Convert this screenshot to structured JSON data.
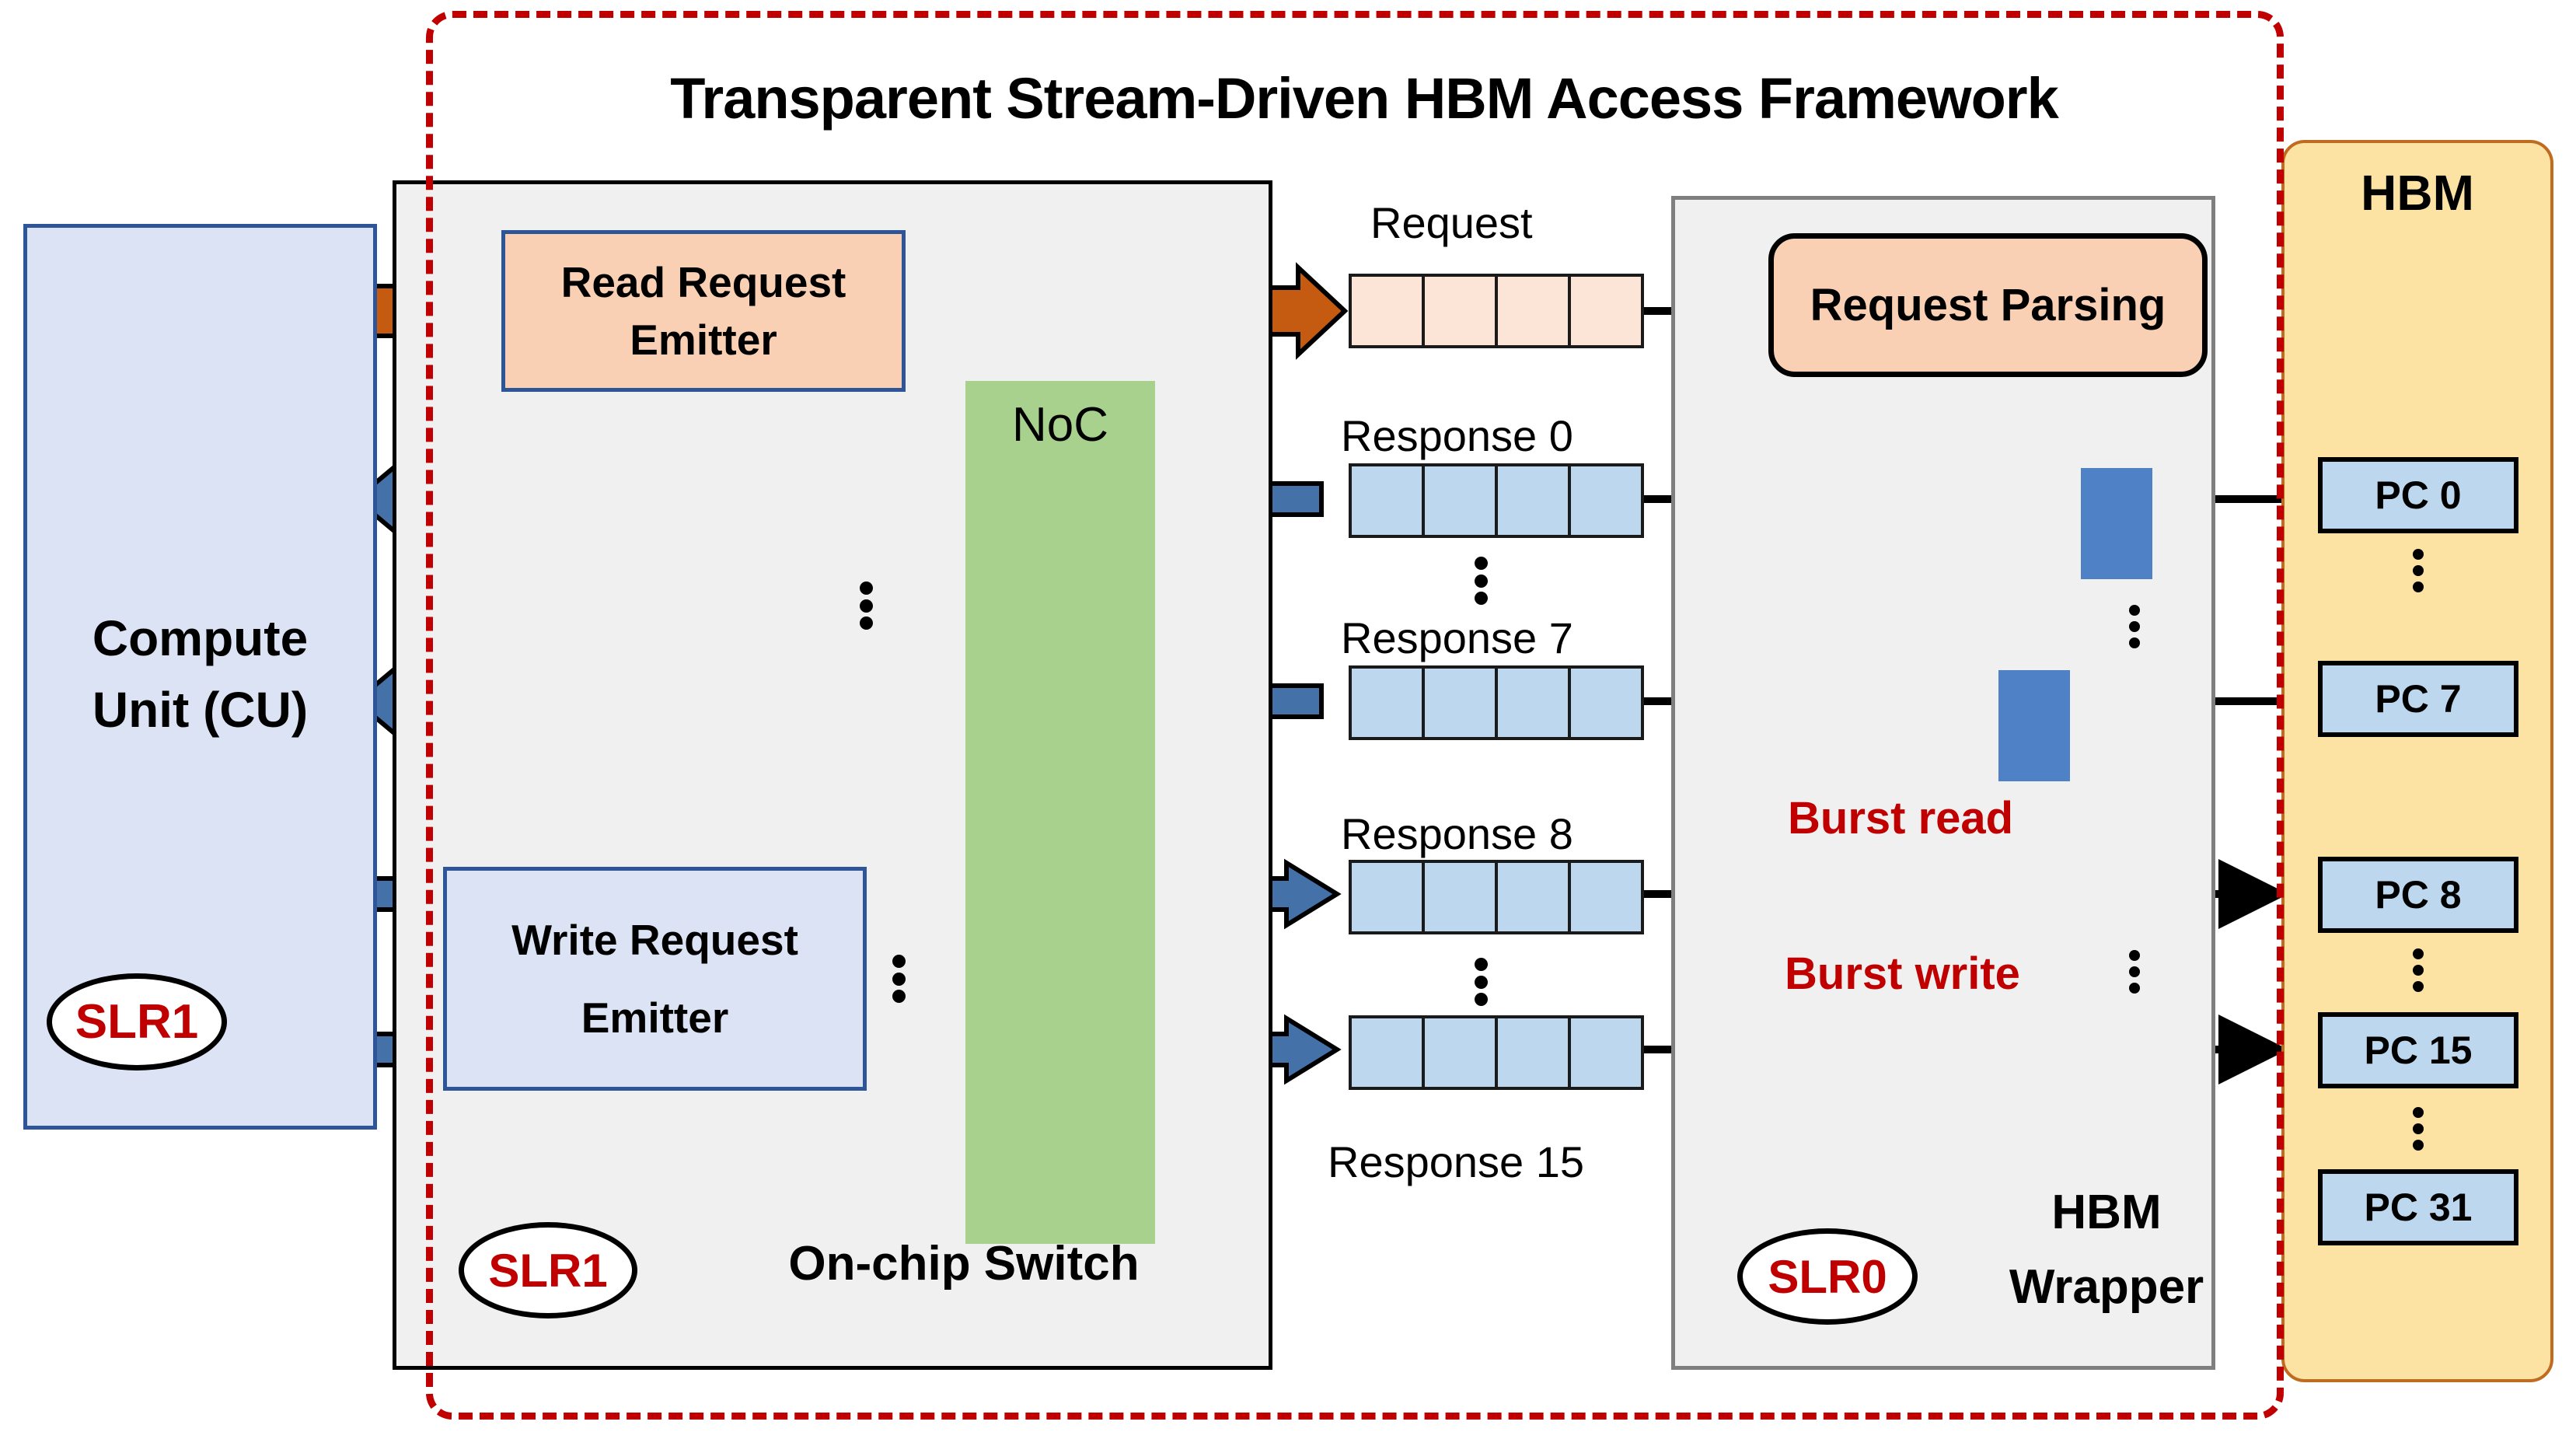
{
  "framework": {
    "title": "Transparent Stream-Driven HBM Access Framework",
    "border_color": "#C00000"
  },
  "compute_unit": {
    "label": "Compute\nUnit (CU)",
    "label_line1": "Compute",
    "label_line2": "Unit (CU)",
    "slr_badge": "SLR1",
    "fill": "#DCE3F5",
    "border": "#2E5597"
  },
  "on_chip_switch": {
    "label": "On-chip Switch",
    "slr_badge": "SLR1",
    "fill": "#F0F0F0",
    "read_emitter": {
      "line1": "Read Request",
      "line2": "Emitter",
      "fill": "#FAD0B4",
      "border": "#2E5597"
    },
    "write_emitter": {
      "line1": "Write Request",
      "line2": "Emitter",
      "fill": "#DCE3F5",
      "border": "#2E5597"
    },
    "noc": {
      "label": "NoC",
      "fill": "#A9D18E"
    }
  },
  "queues": {
    "request": {
      "label": "Request",
      "cells": 4,
      "fill": "#FCE4D6"
    },
    "responses": [
      {
        "label": "Response 0",
        "cells": 4,
        "fill": "#BDD7EE",
        "label_position": "above"
      },
      {
        "label": "Response 7",
        "cells": 4,
        "fill": "#BDD7EE",
        "label_position": "above"
      },
      {
        "label": "Response 8",
        "cells": 4,
        "fill": "#BDD7EE",
        "label_position": "above"
      },
      {
        "label": "Response 15",
        "cells": 4,
        "fill": "#BDD7EE",
        "label_position": "below"
      }
    ]
  },
  "hbm_wrapper": {
    "label_line1": "HBM",
    "label_line2": "Wrapper",
    "slr_badge": "SLR0",
    "fill": "#F0F0F0",
    "request_parsing": {
      "label": "Request Parsing",
      "fill": "#FAD0B4"
    },
    "burst_read": {
      "label": "Burst read",
      "direction": "left",
      "color": "#C00000"
    },
    "burst_write": {
      "label": "Burst write",
      "direction": "right",
      "color": "#C00000"
    }
  },
  "hbm": {
    "title": "HBM",
    "fill": "#FCE3A4",
    "border": "#BF6B20",
    "pseudo_channels": [
      {
        "label": "PC 0"
      },
      {
        "label": "PC 7"
      },
      {
        "label": "PC 8"
      },
      {
        "label": "PC 15"
      },
      {
        "label": "PC 31"
      }
    ],
    "pc_fill": "#BDD7EE"
  },
  "arrows": {
    "read_request_color": "#C55A11",
    "response_color": "#4472A8",
    "data_path_color": "#000000",
    "control_path_color": "#27496D"
  }
}
